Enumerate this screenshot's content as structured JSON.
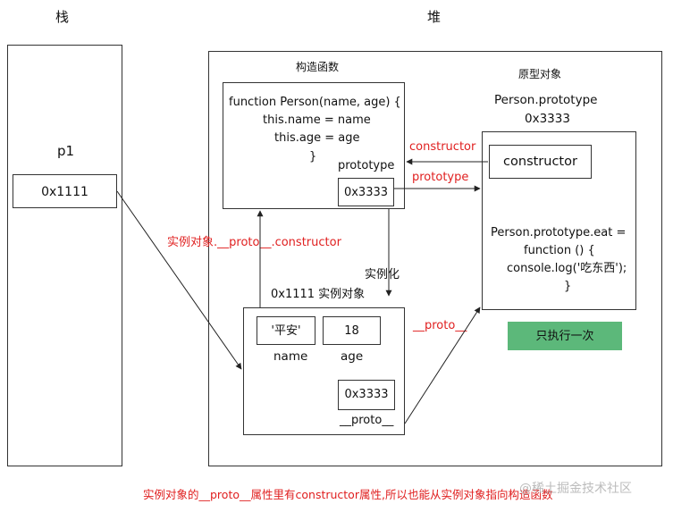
{
  "labels": {
    "stack": "栈",
    "heap": "堆",
    "p1_var": "p1",
    "p1_value": "0x1111",
    "constructor_title": "构造函数",
    "prototype_title": "原型对象",
    "person_prototype": "Person.prototype",
    "prototype_addr": "0x3333",
    "instance_label": "0x1111  实例对象",
    "instantiate": "实例化",
    "only_once": "只执行一次",
    "bottom_note": "实例对象的__proto__属性里有constructor属性,所以也能从实例对象指向构造函数",
    "watermark": "@稀土掘金技术社区"
  },
  "constructor_fn": {
    "line1": "function Person(name, age) {",
    "line2": "this.name = name",
    "line3": "this.age = age",
    "line4": "}",
    "prototype_label": "prototype",
    "prototype_value": "0x3333"
  },
  "prototype_obj": {
    "constructor_box": "constructor",
    "code_line1": "Person.prototype.eat =",
    "code_line2": "function () {",
    "code_line3": "console.log('吃东西');",
    "code_line4": "}"
  },
  "instance": {
    "name_value": "'平安'",
    "name_label": "name",
    "age_value": "18",
    "age_label": "age",
    "proto_value": "0x3333",
    "proto_label": "__proto__"
  },
  "arrows": {
    "constructor_red": "constructor",
    "prototype_red": "prototype",
    "instance_proto_constructor": "实例对象.__proto__.constructor",
    "proto_red": "__proto__"
  },
  "colors": {
    "red": "#e02020",
    "green_button": "#5cb87a",
    "border": "#333333"
  }
}
